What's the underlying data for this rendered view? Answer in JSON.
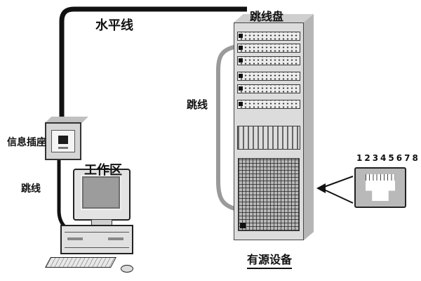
{
  "labels": {
    "horizontal_cable": "水平线",
    "patch_panel": "跳线盘",
    "jumper_rack": "跳线",
    "info_outlet": "信息插座",
    "jumper_outlet": "跳线",
    "work_area": "工作区",
    "active_equipment": "有源设备",
    "rj45_pin_numbers": "12345678"
  },
  "colors": {
    "cable_black": "#111111",
    "cable_gray": "#9a9a9a",
    "rack_body": "#dcdcdc",
    "background": "#ffffff"
  }
}
